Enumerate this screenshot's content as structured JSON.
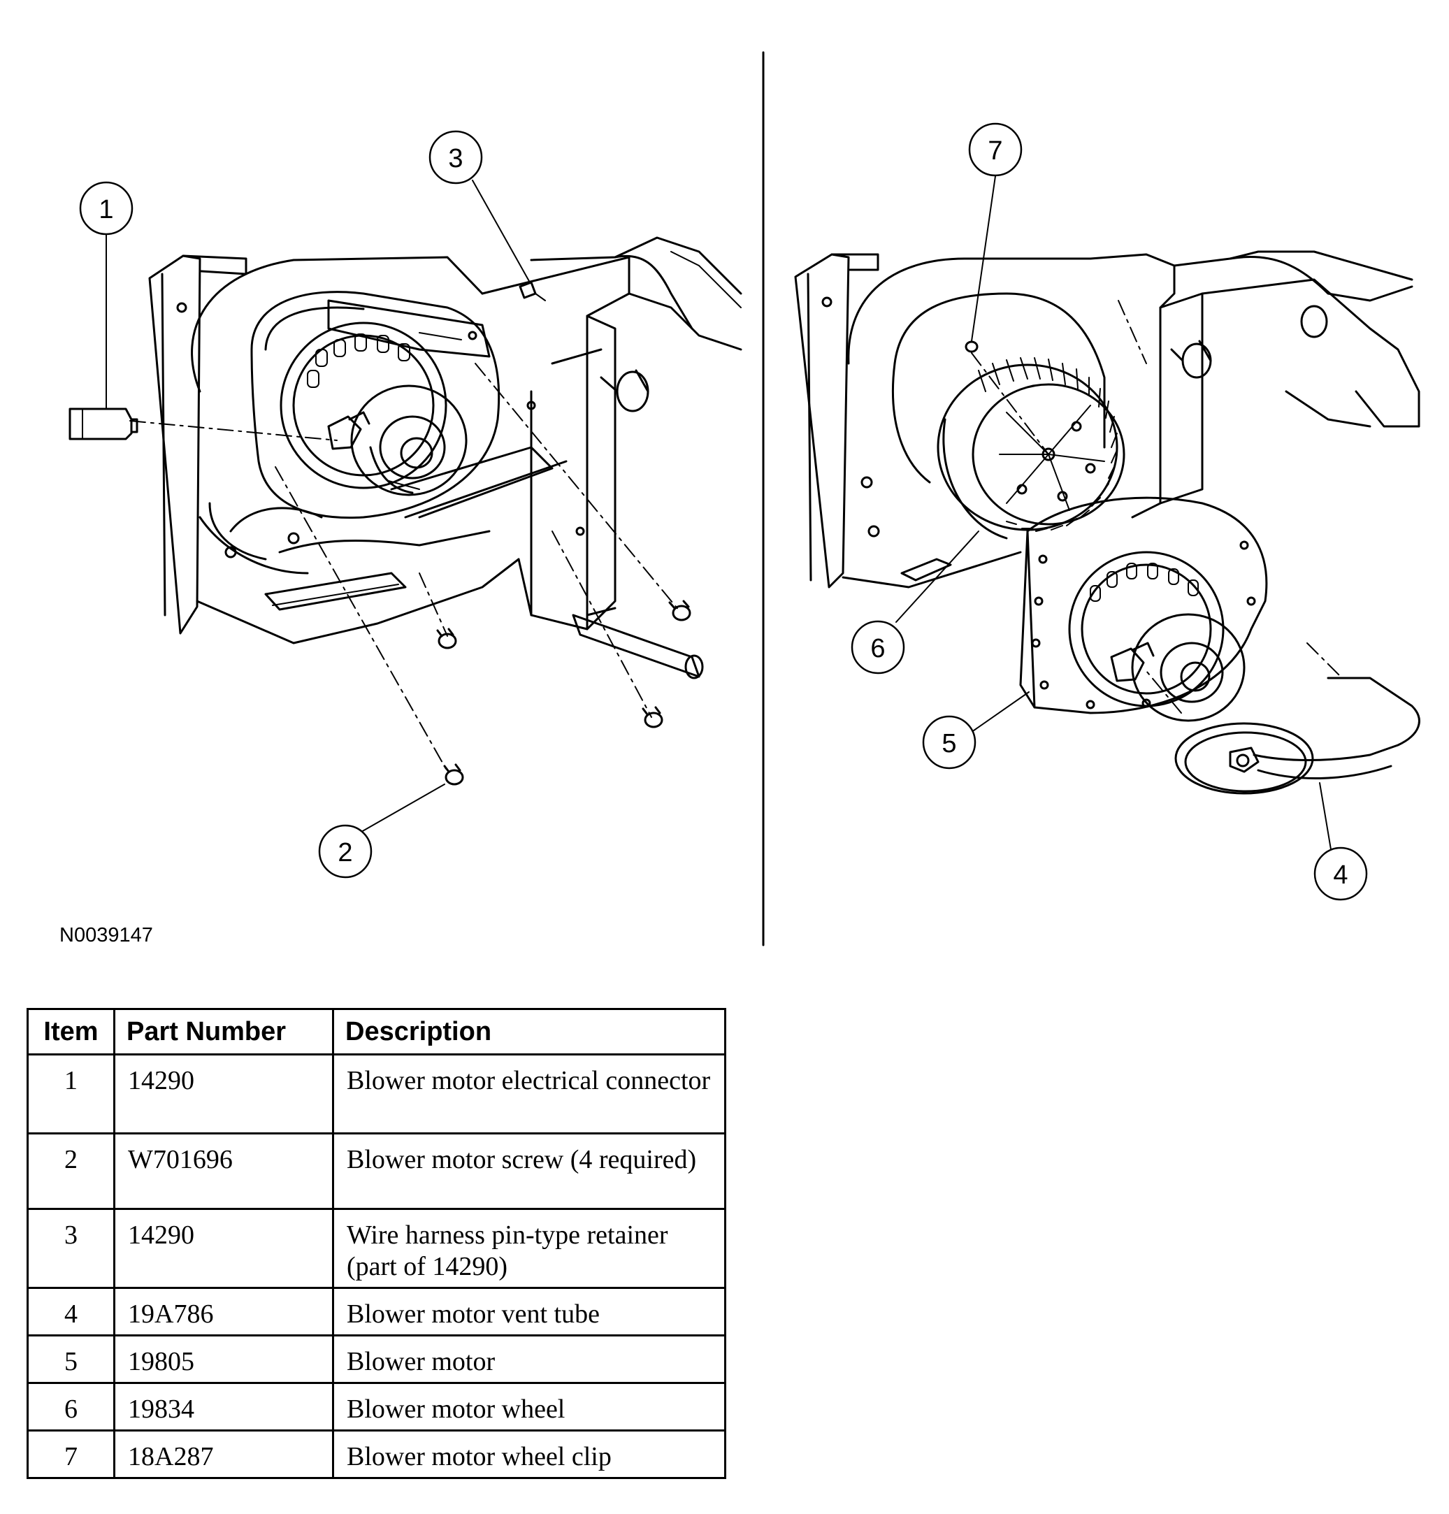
{
  "figure_id": "N0039147",
  "callouts": [
    "1",
    "2",
    "3",
    "4",
    "5",
    "6",
    "7"
  ],
  "table": {
    "headers": [
      "Item",
      "Part Number",
      "Description"
    ],
    "rows": [
      {
        "item": "1",
        "part_number": "14290",
        "description": "Blower motor electrical connector"
      },
      {
        "item": "2",
        "part_number": "W701696",
        "description": "Blower motor screw (4 required)"
      },
      {
        "item": "3",
        "part_number": "14290",
        "description": "Wire harness pin-type retainer (part of 14290)"
      },
      {
        "item": "4",
        "part_number": "19A786",
        "description": "Blower motor vent tube"
      },
      {
        "item": "5",
        "part_number": "19805",
        "description": "Blower motor"
      },
      {
        "item": "6",
        "part_number": "19834",
        "description": "Blower motor wheel"
      },
      {
        "item": "7",
        "part_number": "18A287",
        "description": "Blower motor wheel clip"
      }
    ]
  }
}
